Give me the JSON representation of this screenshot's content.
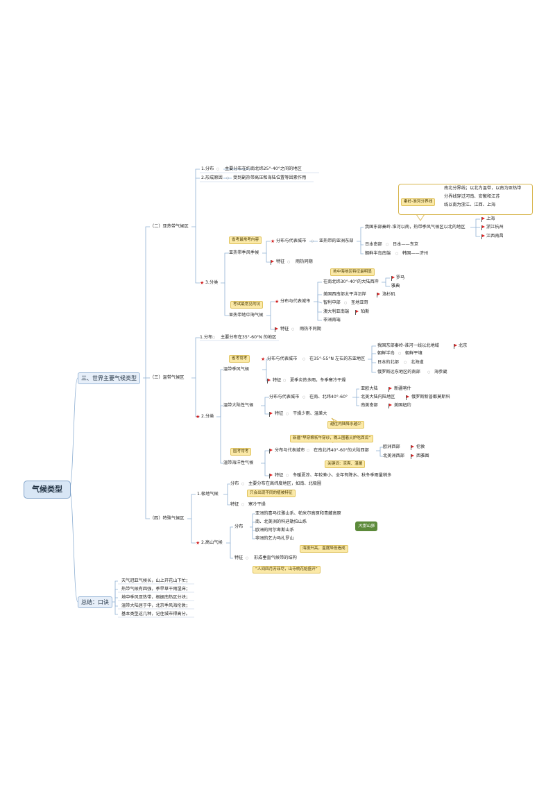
{
  "root": "气候类型",
  "level1": {
    "types": "三、世界主要气候类型",
    "summary": "总结：口诀"
  },
  "subtropical": {
    "title": "（二）亚热带气候区",
    "dist_label": "1.分布",
    "dist_text": "主要分布在约南北纬25°-40°之间的地区",
    "cause_label": "2.形成原因",
    "cause_text": "受到副热带高压和海陆位置等因素作用",
    "class_label": "3.分类",
    "monsoon": {
      "name": "亚热带季风季候",
      "tag": "省考最常考内容",
      "dist_label": "分布与代表城市",
      "region": "亚热带的亚洲东部",
      "cn_south": "我国东部秦岭-淮河以南，热带季风气候区以北的地区",
      "callout_tag": "秦岭-淮河分界线",
      "callout_lines": [
        "南北分界线；以北为温带，以南为亚热带",
        "分界线穿过河南、安徽和江苏",
        "线以南为浙江、江西、上海"
      ],
      "cities": [
        "上海",
        "浙江杭州",
        "江西南昌"
      ],
      "jp_label": "日本南部",
      "jp_city": "日本——东京",
      "kr_label": "朝鲜半岛南端",
      "kr_city": "韩国——济州",
      "feat_label": "特征",
      "feat_text": "雨热同期"
    },
    "med": {
      "name": "亚热带地中海气候",
      "tag": "考试最常见的坑",
      "top_tag": "地中海地区特征最明显",
      "dist_label": "分布与代表城市",
      "west_coast": "在南北纬30°-40°的大陆西岸",
      "west_cities": [
        "罗马",
        "雅典"
      ],
      "us_west": "美国西南部太平洋沿岸",
      "us_city": "洛杉矶",
      "chile": "智利中部",
      "chile_city": "圣地亚哥",
      "aus": "澳大利亚南端",
      "aus_city": "珀斯",
      "africa": "非洲南端",
      "feat_label": "特征",
      "feat_text": "雨热不同期"
    }
  },
  "temperate": {
    "title": "（三）温带气候区",
    "dist_label": "1.分布",
    "dist_text": "主要分布在35°-60°N 的地区",
    "class_label": "2.分类",
    "monsoon": {
      "name": "温带季风气候",
      "tag": "省考常考",
      "dist_label": "分布与代表城市",
      "region": "在35°-55°N 左右的东亚地区",
      "cn_north": "我国东部秦岭-淮河一线以北地域",
      "cn_city": "北京",
      "korea": "朝鲜半岛",
      "korea_city": "朝鲜平壤",
      "jp_north": "日本的北部",
      "jp_city": "北海道",
      "ru": "俄罗斯远东地区的南部",
      "ru_city": "海参崴",
      "feat_label": "特征",
      "feat_text": "夏季炎热多雨，冬季寒冷干燥"
    },
    "continental": {
      "name": "温带大陆性气候",
      "dist_label": "分布与代表城市",
      "region": "在南、北纬40°-60°",
      "asia_eu": "亚欧大陆",
      "asia_eu_city": "新疆喀什",
      "na": "北美大陆内陆地区",
      "na_city": "俄罗斯新普都莫斯科",
      "sa": "南美南部",
      "sa_city": "美国纽约",
      "feat_label": "特征",
      "feat_text": "干燥少雨、温差大",
      "note1": "越往内陆降水越少",
      "note2": "新疆“早穿棉袄午穿纱，晚上围着火炉吃西瓜”"
    },
    "marine": {
      "name": "温带海洋性气候",
      "tag": "国考常考",
      "dist_label": "分布与代表城市",
      "region": "在南北纬40°-60°的大陆西部",
      "europe": "欧洲西部",
      "eu_city": "伦敦",
      "sa": "北美洲西部",
      "sa_city": "西雅图",
      "feat_label": "特征",
      "feat_text": "冬暖夏凉、年较差小、全年有降水、秋冬季雨量稍多",
      "keyword": "关键词：凉爽、温暖"
    }
  },
  "special": {
    "title": "（四）特殊气候区",
    "polar": {
      "name": "1.极地气候",
      "dist_label": "分布",
      "dist_text": "主要分布在高纬度地区，如南、北极圈",
      "feat_label": "特征",
      "feat_text": "寒冷干燥",
      "tag": "只会出现不同的植被特征"
    },
    "alpine": {
      "name": "2.高山气候",
      "dist_label": "分布",
      "dist": [
        "亚洲的喜马拉雅山系、帕米尔高原和青藏高原",
        "南、北美洲的科迪勒拉山系",
        "欧洲的阿尔卑斯山系",
        "非洲的乞力马扎罗山"
      ],
      "mountain_tag": "大型山脉",
      "feat_label": "特征",
      "feat_text": "形成垂直气候带的结构",
      "note1": "海拔升高，温度降低造成",
      "note2": "“人间四月芳菲尽，山寺桃花始盛开”"
    }
  },
  "summary_lines": [
    "天气冠亚气候长，山上开花山下忙；",
    "热带气候有四强，季旱草干雨湿床；",
    "地中季风亚热带，根据南热区分块；",
    "温带大陆居于中，北京季风海伦敦；",
    "基本类型这几种，记住城市得高分。"
  ],
  "colors": {
    "line": "#8fb0d3",
    "root_bg": "#d8e6f5",
    "tag_bg": "#fbe9a7",
    "flag": "#dd2222",
    "green": "#5c8a3a"
  }
}
